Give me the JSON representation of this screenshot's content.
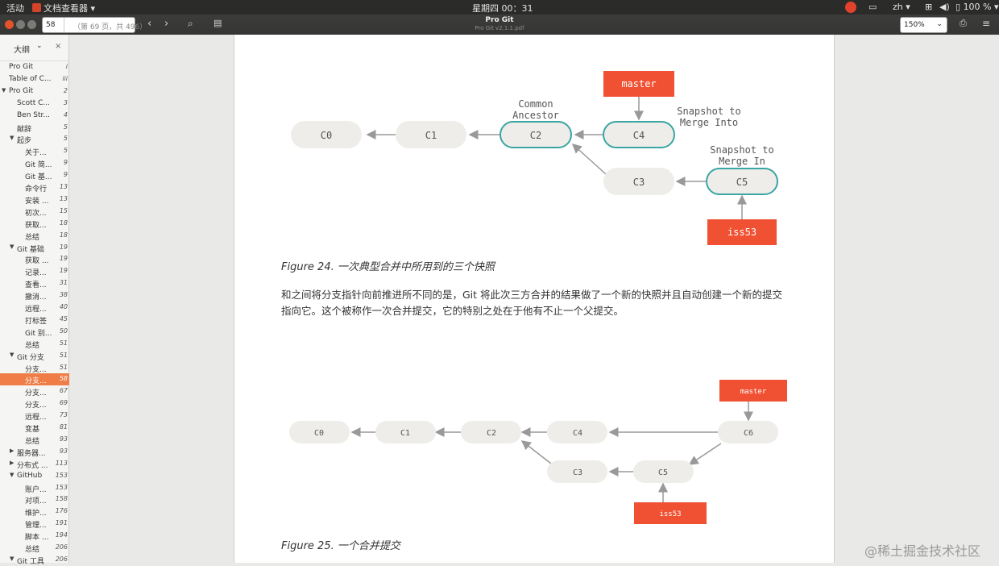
{
  "topbar": {
    "activities": "活动",
    "app_name": "文档查看器",
    "clock": "星期四 00：31",
    "lang": "zh",
    "battery": "100 %"
  },
  "header": {
    "page_number": "58",
    "page_of": "（第 69 页，共 496）",
    "doc_title": "Pro Git",
    "doc_file": "Pro Git v2.1.1.pdf",
    "zoom": "150%"
  },
  "sidebar": {
    "title": "大纲",
    "items": [
      {
        "label": "Pro Git",
        "page": "i",
        "indent": 0,
        "expander": ""
      },
      {
        "label": "Table of C...",
        "page": "iii",
        "indent": 0,
        "expander": ""
      },
      {
        "label": "Pro Git",
        "page": "2",
        "indent": 0,
        "expander": "down"
      },
      {
        "label": "Scott C...",
        "page": "3",
        "indent": 1,
        "expander": ""
      },
      {
        "label": "Ben Str...",
        "page": "4",
        "indent": 1,
        "expander": ""
      },
      {
        "label": "献辞",
        "page": "5",
        "indent": 1,
        "expander": ""
      },
      {
        "label": "起步",
        "page": "5",
        "indent": 1,
        "expander": "down"
      },
      {
        "label": "关于...",
        "page": "5",
        "indent": 2,
        "expander": ""
      },
      {
        "label": "Git 简...",
        "page": "9",
        "indent": 2,
        "expander": ""
      },
      {
        "label": "Git 基...",
        "page": "9",
        "indent": 2,
        "expander": ""
      },
      {
        "label": "命令行",
        "page": "13",
        "indent": 2,
        "expander": ""
      },
      {
        "label": "安装 ...",
        "page": "13",
        "indent": 2,
        "expander": ""
      },
      {
        "label": "初次...",
        "page": "15",
        "indent": 2,
        "expander": ""
      },
      {
        "label": "获取...",
        "page": "18",
        "indent": 2,
        "expander": ""
      },
      {
        "label": "总结",
        "page": "18",
        "indent": 2,
        "expander": ""
      },
      {
        "label": "Git 基础",
        "page": "19",
        "indent": 1,
        "expander": "down"
      },
      {
        "label": "获取 ...",
        "page": "19",
        "indent": 2,
        "expander": ""
      },
      {
        "label": "记录...",
        "page": "19",
        "indent": 2,
        "expander": ""
      },
      {
        "label": "查看...",
        "page": "31",
        "indent": 2,
        "expander": ""
      },
      {
        "label": "撤消...",
        "page": "38",
        "indent": 2,
        "expander": ""
      },
      {
        "label": "远程...",
        "page": "40",
        "indent": 2,
        "expander": ""
      },
      {
        "label": "打标签",
        "page": "45",
        "indent": 2,
        "expander": ""
      },
      {
        "label": "Git 别...",
        "page": "50",
        "indent": 2,
        "expander": ""
      },
      {
        "label": "总结",
        "page": "51",
        "indent": 2,
        "expander": ""
      },
      {
        "label": "Git 分支",
        "page": "51",
        "indent": 1,
        "expander": "down"
      },
      {
        "label": "分支...",
        "page": "51",
        "indent": 2,
        "expander": ""
      },
      {
        "label": "分支...",
        "page": "58",
        "indent": 2,
        "expander": "",
        "selected": true
      },
      {
        "label": "分支...",
        "page": "67",
        "indent": 2,
        "expander": ""
      },
      {
        "label": "分支...",
        "page": "69",
        "indent": 2,
        "expander": ""
      },
      {
        "label": "远程...",
        "page": "73",
        "indent": 2,
        "expander": ""
      },
      {
        "label": "变基",
        "page": "81",
        "indent": 2,
        "expander": ""
      },
      {
        "label": "总结",
        "page": "93",
        "indent": 2,
        "expander": ""
      },
      {
        "label": "服务器...",
        "page": "93",
        "indent": 1,
        "expander": "right"
      },
      {
        "label": "分布式 ...",
        "page": "113",
        "indent": 1,
        "expander": "right"
      },
      {
        "label": "GitHub",
        "page": "153",
        "indent": 1,
        "expander": "down"
      },
      {
        "label": "账户...",
        "page": "153",
        "indent": 2,
        "expander": ""
      },
      {
        "label": "对项...",
        "page": "158",
        "indent": 2,
        "expander": ""
      },
      {
        "label": "维护...",
        "page": "176",
        "indent": 2,
        "expander": ""
      },
      {
        "label": "管理...",
        "page": "191",
        "indent": 2,
        "expander": ""
      },
      {
        "label": "脚本 ...",
        "page": "194",
        "indent": 2,
        "expander": ""
      },
      {
        "label": "总结",
        "page": "206",
        "indent": 2,
        "expander": ""
      },
      {
        "label": "Git 工具",
        "page": "206",
        "indent": 1,
        "expander": "down"
      }
    ]
  },
  "figure24": {
    "nodes": {
      "c0": "C0",
      "c1": "C1",
      "c2": "C2",
      "c3": "C3",
      "c4": "C4",
      "c5": "C5"
    },
    "master": "master",
    "iss53": "iss53",
    "common_ancestor": [
      "Common",
      "Ancestor"
    ],
    "snapshot_into": [
      "Snapshot to",
      "Merge Into"
    ],
    "snapshot_in": [
      "Snapshot to",
      "Merge In"
    ],
    "caption": "Figure 24. 一次典型合并中所用到的三个快照"
  },
  "paragraph": "和之间将分支指针向前推进所不同的是，Git 将此次三方合并的结果做了一个新的快照并且自动创建一个新的提交指向它。这个被称作一次合并提交，它的特别之处在于他有不止一个父提交。",
  "figure25": {
    "nodes": {
      "c0": "C0",
      "c1": "C1",
      "c2": "C2",
      "c3": "C3",
      "c4": "C4",
      "c5": "C5",
      "c6": "C6"
    },
    "master": "master",
    "iss53": "iss53",
    "caption": "Figure 25. 一个合并提交"
  },
  "watermark": "@稀土掘金技术社区",
  "colors": {
    "accent": "#f05133",
    "commit_fill": "#eeede9",
    "highlight_stroke": "#3aa5a3",
    "selection": "#f07c47"
  }
}
